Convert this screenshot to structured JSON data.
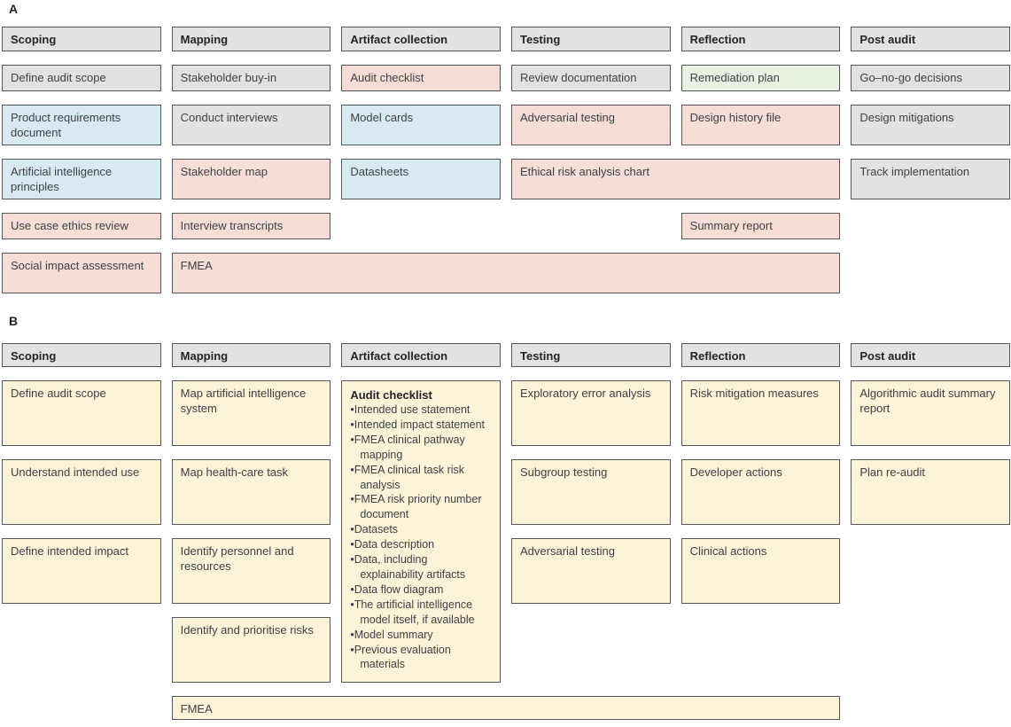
{
  "figure": {
    "colors": {
      "gray": "#e2e2e3",
      "blue": "#d7eaf2",
      "pink": "#f6ddd8",
      "green": "#e8f2e2",
      "yellow": "#fcf4d8",
      "header_fill": "#e2e2e3",
      "border": "#55565a"
    },
    "panel_a": {
      "label": "A",
      "headers": [
        "Scoping",
        "Mapping",
        "Artifact collection",
        "Testing",
        "Reflection",
        "Post audit"
      ],
      "boxes": [
        {
          "label": "Define audit scope",
          "color": "gray",
          "col": 1,
          "row": 2
        },
        {
          "label": "Product requirements document",
          "color": "blue",
          "col": 1,
          "row": 3
        },
        {
          "label": "Artificial intelligence principles",
          "color": "blue",
          "col": 1,
          "row": 4
        },
        {
          "label": "Use case ethics review",
          "color": "pink",
          "col": 1,
          "row": 5
        },
        {
          "label": "Social impact assessment",
          "color": "pink",
          "col": 1,
          "row": 6
        },
        {
          "label": "Stakeholder buy-in",
          "color": "gray",
          "col": 2,
          "row": 2
        },
        {
          "label": "Conduct interviews",
          "color": "gray",
          "col": 2,
          "row": 3
        },
        {
          "label": "Stakeholder map",
          "color": "pink",
          "col": 2,
          "row": 4
        },
        {
          "label": "Interview transcripts",
          "color": "pink",
          "col": 2,
          "row": 5
        },
        {
          "label": "FMEA",
          "color": "pink",
          "col": 2,
          "row": 6,
          "colspan": 4
        },
        {
          "label": "Audit checklist",
          "color": "pink",
          "col": 3,
          "row": 2
        },
        {
          "label": "Model cards",
          "color": "blue",
          "col": 3,
          "row": 3
        },
        {
          "label": "Datasheets",
          "color": "blue",
          "col": 3,
          "row": 4
        },
        {
          "label": "Review documentation",
          "color": "gray",
          "col": 4,
          "row": 2
        },
        {
          "label": "Adversarial testing",
          "color": "pink",
          "col": 4,
          "row": 3
        },
        {
          "label": "Ethical risk analysis chart",
          "color": "pink",
          "col": 4,
          "row": 4,
          "colspan": 2
        },
        {
          "label": "Remediation plan",
          "color": "green",
          "col": 5,
          "row": 2
        },
        {
          "label": "Design history file",
          "color": "pink",
          "col": 5,
          "row": 3
        },
        {
          "label": "Summary report",
          "color": "pink",
          "col": 5,
          "row": 5
        },
        {
          "label": "Go–no-go decisions",
          "color": "gray",
          "col": 6,
          "row": 2
        },
        {
          "label": "Design mitigations",
          "color": "gray",
          "col": 6,
          "row": 3
        },
        {
          "label": "Track implementation",
          "color": "gray",
          "col": 6,
          "row": 4
        }
      ]
    },
    "panel_b": {
      "label": "B",
      "headers": [
        "Scoping",
        "Mapping",
        "Artifact collection",
        "Testing",
        "Reflection",
        "Post audit"
      ],
      "checklist": {
        "title": "Audit checklist",
        "items": [
          "Intended use statement",
          "Intended impact statement",
          "FMEA clinical pathway mapping",
          "FMEA clinical task risk analysis",
          "FMEA risk priority number document",
          "Datasets",
          "Data description",
          "Data, including explainability artifacts",
          "Data flow diagram",
          "The artificial intelligence model itself, if available",
          "Model summary",
          "Previous evaluation materials"
        ]
      },
      "boxes": [
        {
          "label": "Define audit scope",
          "color": "yellow",
          "col": 1,
          "row": 2
        },
        {
          "label": "Understand intended use",
          "color": "yellow",
          "col": 1,
          "row": 3
        },
        {
          "label": "Define intended impact",
          "color": "yellow",
          "col": 1,
          "row": 4
        },
        {
          "label": "Map artificial intelligence system",
          "color": "yellow",
          "col": 2,
          "row": 2
        },
        {
          "label": "Map health-care task",
          "color": "yellow",
          "col": 2,
          "row": 3
        },
        {
          "label": "Identify personnel and resources",
          "color": "yellow",
          "col": 2,
          "row": 4
        },
        {
          "label": "Identify and prioritise risks",
          "color": "yellow",
          "col": 2,
          "row": 5
        },
        {
          "type": "checklist",
          "label": "Audit checklist",
          "color": "yellow",
          "col": 3,
          "row": 2,
          "rowspan": 4
        },
        {
          "label": "Exploratory error analysis",
          "color": "yellow",
          "col": 4,
          "row": 2
        },
        {
          "label": "Subgroup testing",
          "color": "yellow",
          "col": 4,
          "row": 3
        },
        {
          "label": "Adversarial testing",
          "color": "yellow",
          "col": 4,
          "row": 4
        },
        {
          "label": "Risk mitigation measures",
          "color": "yellow",
          "col": 5,
          "row": 2
        },
        {
          "label": "Developer actions",
          "color": "yellow",
          "col": 5,
          "row": 3
        },
        {
          "label": "Clinical actions",
          "color": "yellow",
          "col": 5,
          "row": 4
        },
        {
          "label": "Algorithmic audit summary report",
          "color": "yellow",
          "col": 6,
          "row": 2
        },
        {
          "label": "Plan re-audit",
          "color": "yellow",
          "col": 6,
          "row": 3
        },
        {
          "label": "FMEA",
          "color": "yellow",
          "col": 2,
          "row": 6,
          "colspan": 4
        }
      ]
    }
  }
}
